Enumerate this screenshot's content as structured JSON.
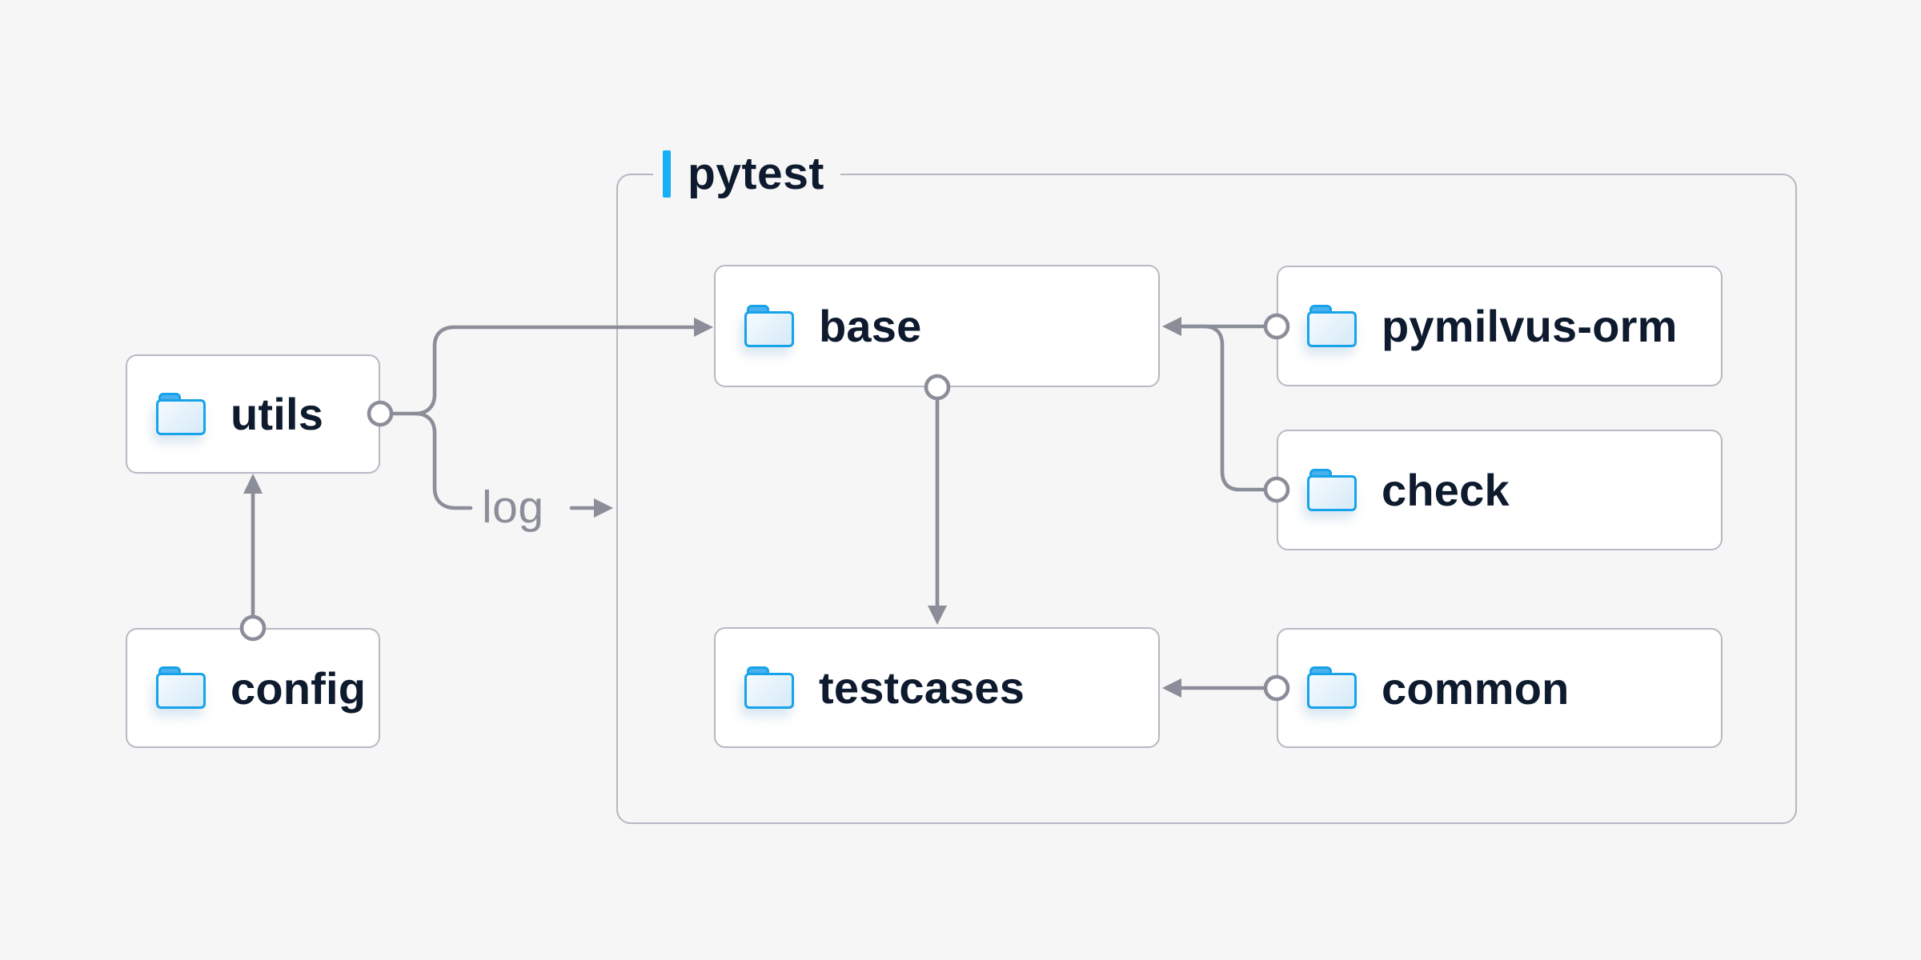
{
  "diagram": {
    "group": {
      "label": "pytest"
    },
    "nodes": {
      "utils": {
        "label": "utils"
      },
      "config": {
        "label": "config"
      },
      "base": {
        "label": "base"
      },
      "pymilvus_orm": {
        "label": "pymilvus-orm"
      },
      "check": {
        "label": "check"
      },
      "testcases": {
        "label": "testcases"
      },
      "common": {
        "label": "common"
      }
    },
    "edge_labels": {
      "log": "log"
    },
    "edges": [
      {
        "from": "config",
        "to": "utils"
      },
      {
        "from": "utils",
        "to": "base"
      },
      {
        "from": "utils",
        "to": "pytest-group",
        "label": "log"
      },
      {
        "from": "base",
        "to": "testcases"
      },
      {
        "from": "pymilvus_orm",
        "to": "base"
      },
      {
        "from": "check",
        "to": "base"
      },
      {
        "from": "common",
        "to": "testcases"
      }
    ],
    "colors": {
      "background": "#f6f6f7",
      "node_fill": "#ffffff",
      "node_border": "#b7b9c4",
      "group_border": "#b5b7c2",
      "connector": "#8b8d98",
      "node_text": "#0e1a2e",
      "muted_text": "#8b8d98",
      "accent_blue": "#18aff5",
      "folder_border": "#17a3e9",
      "folder_tab": "#49b2ee"
    }
  }
}
